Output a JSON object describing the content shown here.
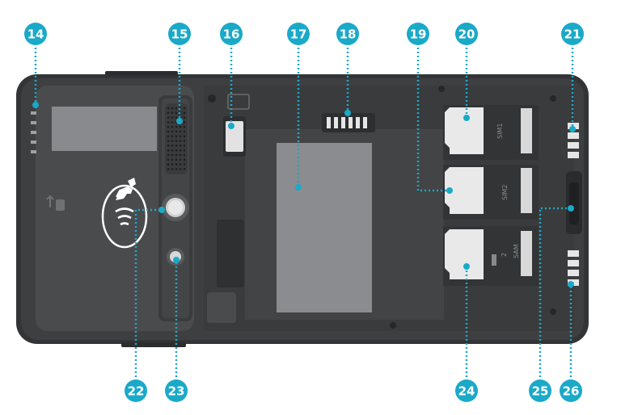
{
  "figure": {
    "accent": "#1ba9c8",
    "device_body_color": "#3f4042",
    "device_panel_color": "#4a4b4d",
    "battery_label_color": "#8b8c8f"
  },
  "callouts": [
    {
      "id": "c14",
      "label": "14"
    },
    {
      "id": "c15",
      "label": "15"
    },
    {
      "id": "c16",
      "label": "16"
    },
    {
      "id": "c17",
      "label": "17"
    },
    {
      "id": "c18",
      "label": "18"
    },
    {
      "id": "c19",
      "label": "19"
    },
    {
      "id": "c20",
      "label": "20"
    },
    {
      "id": "c21",
      "label": "21"
    },
    {
      "id": "c22",
      "label": "22"
    },
    {
      "id": "c23",
      "label": "23"
    },
    {
      "id": "c24",
      "label": "24"
    },
    {
      "id": "c25",
      "label": "25"
    },
    {
      "id": "c26",
      "label": "26"
    }
  ],
  "slot_labels": {
    "sim1": "SIM1",
    "sim2": "SIM2",
    "sam": "SAM",
    "sam_num": "2"
  },
  "icons": {
    "nfc": "nfc-contactless-icon",
    "card": "card-insert-icon"
  }
}
